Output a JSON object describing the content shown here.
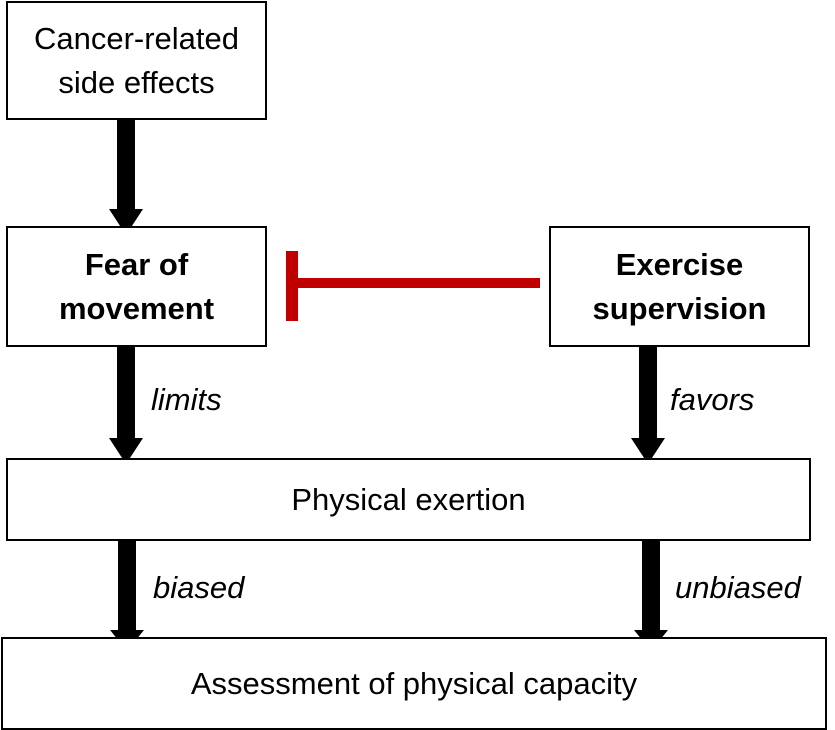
{
  "nodes": {
    "side_effects": "Cancer-related\nside effects",
    "fear": "Fear of\nmovement",
    "supervision": "Exercise\nsupervision",
    "exertion": "Physical exertion",
    "assessment": "Assessment of physical capacity"
  },
  "edges": {
    "limits": "limits",
    "favors": "favors",
    "biased": "biased",
    "unbiased": "unbiased"
  },
  "colors": {
    "arrow": "#000000",
    "inhibition": "#c00000"
  }
}
